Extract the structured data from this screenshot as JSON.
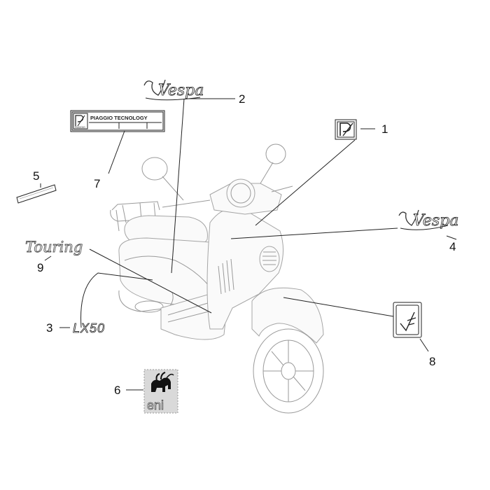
{
  "callouts": {
    "c1": "1",
    "c2": "2",
    "c3": "3",
    "c4": "4",
    "c5": "5",
    "c6": "6",
    "c7": "7",
    "c8": "8",
    "c9": "9"
  },
  "decals": {
    "vespa_logo": "Vespa",
    "piaggio_plate": "PIAGGIO TECNOLOGY",
    "piaggio_badge_small": "PIAGGIO",
    "touring": "Touring",
    "lx50": "LX50",
    "eni": "eni"
  },
  "icons": [
    "piaggio-p-badge-icon",
    "vespa-script-logo-icon",
    "touring-script-icon",
    "lx50-logo-icon",
    "eni-dog-logo-icon",
    "piaggio-square-emblem-icon",
    "scooter-outline-icon"
  ]
}
